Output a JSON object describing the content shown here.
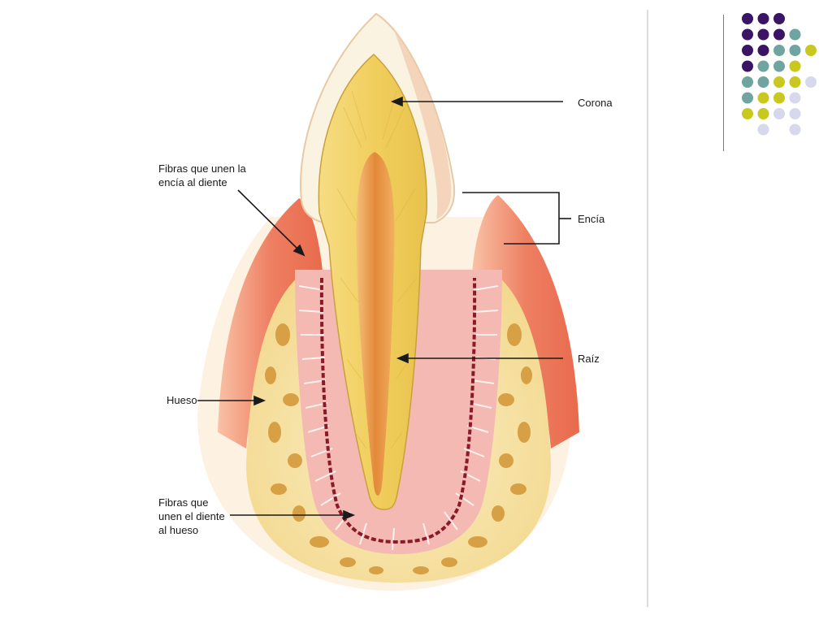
{
  "labels": {
    "corona": "Corona",
    "encia": "Encía",
    "raiz": "Raíz",
    "hueso": "Hueso",
    "fibras_encia": "Fibras que unen la\nencía al diente",
    "fibras_hueso": "Fibras que\nunen el diente\nal hueso"
  },
  "colors": {
    "enamel": "#fbf3e2",
    "dentin": "#f1cf5e",
    "pulp": "#e89a3b",
    "gum": "#ee7f62",
    "bone": "#f7e3a6",
    "bone_spots": "#d49a3c",
    "ligament": "#f3b9b2",
    "dot_purple": "#3b1466",
    "dot_teal": "#6fa4a0",
    "dot_yellow": "#c8c81e",
    "dot_lavender": "#d8d8ec"
  },
  "decor": {
    "dot_grid": [
      [
        "purple",
        "purple",
        "purple",
        "",
        "",
        ""
      ],
      [
        "purple",
        "purple",
        "purple",
        "teal",
        "",
        ""
      ],
      [
        "purple",
        "purple",
        "teal",
        "teal",
        "yellow",
        ""
      ],
      [
        "purple",
        "teal",
        "teal",
        "yellow",
        "",
        ""
      ],
      [
        "teal",
        "teal",
        "yellow",
        "yellow",
        "lavender",
        ""
      ],
      [
        "teal",
        "yellow",
        "yellow",
        "lavender",
        "",
        ""
      ],
      [
        "yellow",
        "yellow",
        "lavender",
        "lavender",
        "",
        ""
      ],
      [
        "",
        "lavender",
        "",
        "lavender",
        "",
        ""
      ]
    ]
  }
}
